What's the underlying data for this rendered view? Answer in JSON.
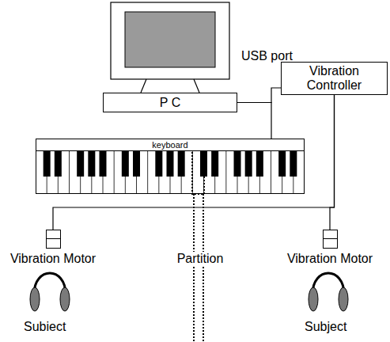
{
  "diagram": {
    "nodes": [
      {
        "text": [
          "P C"
        ]
      },
      {
        "text": [
          "Vibration Controller"
        ]
      },
      {
        "text": [
          "keyboard"
        ]
      },
      {
        "text": [
          "Vibration Motor"
        ]
      },
      {
        "text": [
          "Vibration Motor"
        ]
      }
    ],
    "edges": [
      {
        "from": 0,
        "to": 1,
        "arrow": "none"
      },
      {
        "from": 0,
        "to": 2,
        "arrow": "none"
      },
      {
        "from": 1,
        "to": 3,
        "arrow": "none"
      },
      {
        "from": 1,
        "to": 4,
        "arrow": "none"
      }
    ],
    "labels": [
      "USB port",
      "Partition",
      "Subiect",
      "Subject"
    ]
  }
}
